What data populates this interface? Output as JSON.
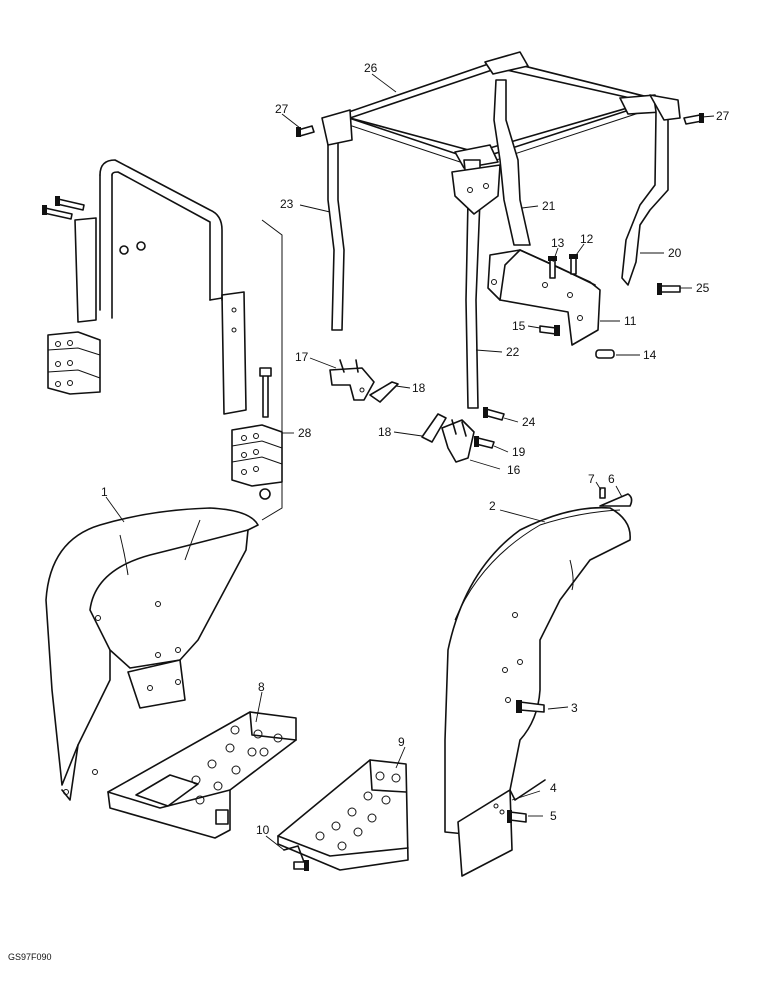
{
  "diagram": {
    "reference_code": "GS97F090",
    "callouts": [
      "1",
      "2",
      "3",
      "4",
      "5",
      "6",
      "7",
      "8",
      "9",
      "10",
      "11",
      "12",
      "13",
      "14",
      "15",
      "16",
      "17",
      "18",
      "18",
      "19",
      "20",
      "21",
      "22",
      "23",
      "24",
      "25",
      "26",
      "27",
      "27",
      "28"
    ]
  }
}
